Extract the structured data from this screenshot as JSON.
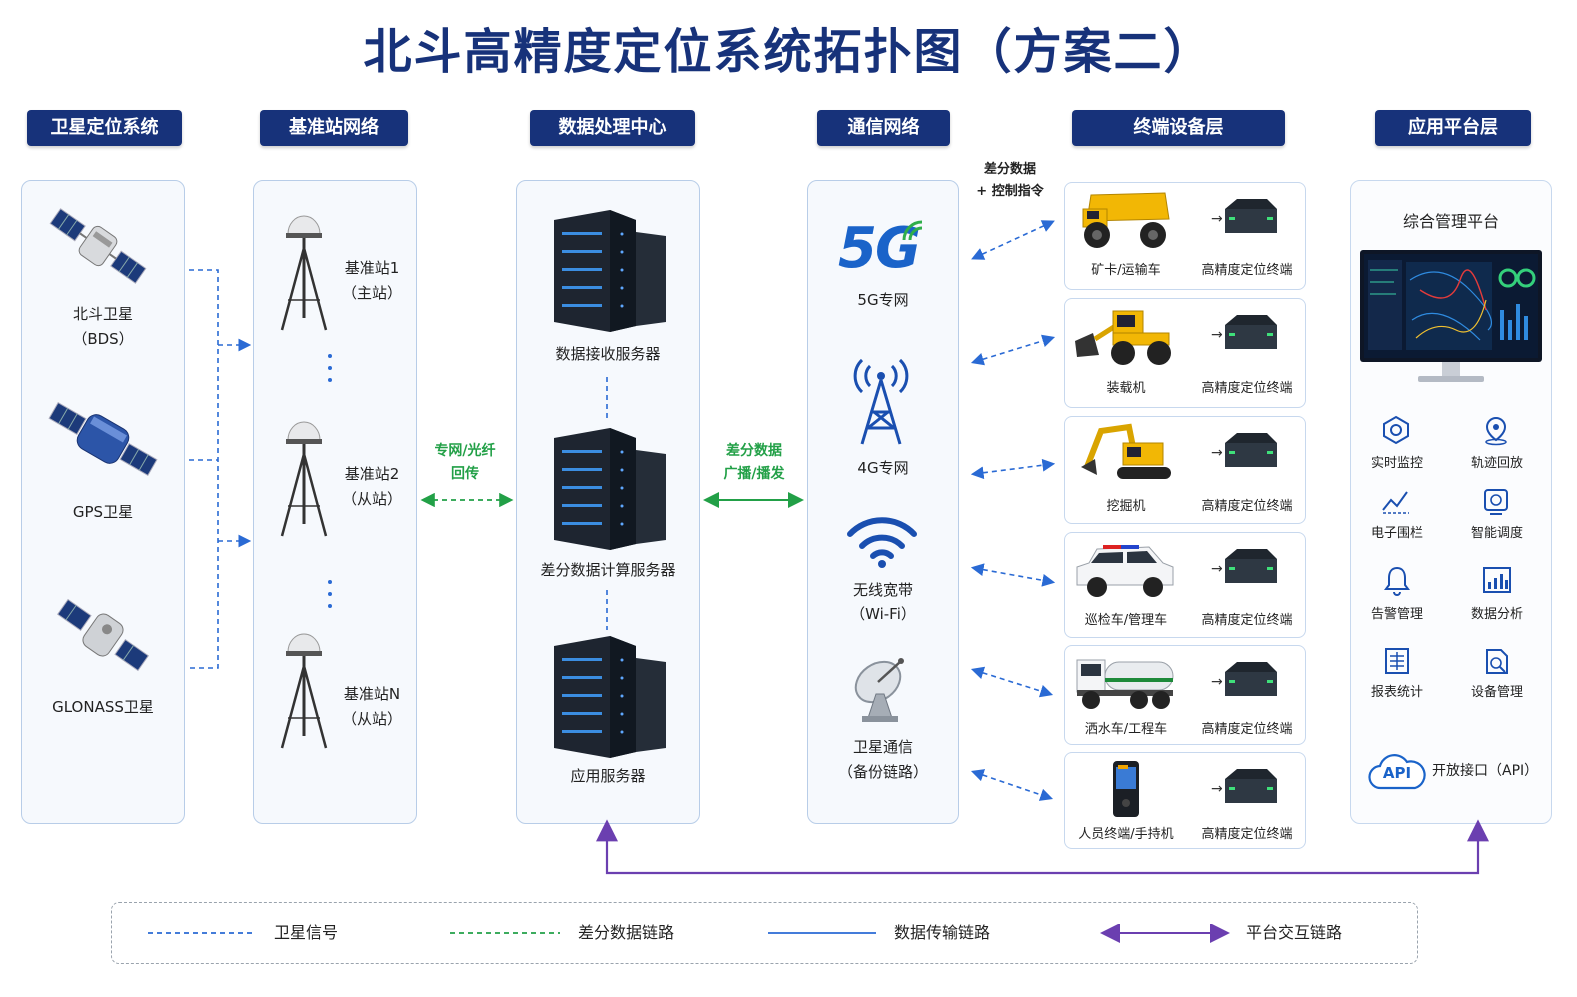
{
  "title": "北斗高精度定位系统拓扑图（方案二）",
  "headers": [
    "卫星定位系统",
    "基准站网络",
    "数据处理中心",
    "通信网络",
    "终端设备层",
    "应用平台层"
  ],
  "satellites": [
    {
      "name": "北斗卫星",
      "sub": "（BDS）"
    },
    {
      "name": "GPS卫星"
    },
    {
      "name": "GLONASS卫星"
    }
  ],
  "stations": [
    {
      "name": "基准站1",
      "sub": "（主站）"
    },
    {
      "name": "基准站2",
      "sub": "（从站）"
    },
    {
      "name": "基准站N",
      "sub": "（从站）"
    }
  ],
  "link_fiber": [
    "专网/光纤",
    "回传"
  ],
  "servers": [
    "数据接收服务器",
    "差分数据计算服务器",
    "应用服务器"
  ],
  "link_broadcast": [
    "差分数据",
    "广播/播发"
  ],
  "network": [
    {
      "name": "5G专网",
      "logo": "5G"
    },
    {
      "name": "4G专网"
    },
    {
      "name": "无线宽带",
      "sub": "（Wi-Fi）"
    },
    {
      "name": "卫星通信",
      "sub": "（备份链路）"
    }
  ],
  "diff_cmd": [
    "差分数据",
    "+ 控制指令"
  ],
  "terminals": [
    {
      "vehicle": "矿卡/运输车",
      "device": "高精度定位终端"
    },
    {
      "vehicle": "装载机",
      "device": "高精度定位终端"
    },
    {
      "vehicle": "挖掘机",
      "device": "高精度定位终端"
    },
    {
      "vehicle": "巡检车/管理车",
      "device": "高精度定位终端"
    },
    {
      "vehicle": "洒水车/工程车",
      "device": "高精度定位终端"
    },
    {
      "vehicle": "人员终端/手持机",
      "device": "高精度定位终端"
    }
  ],
  "platform": {
    "title": "综合管理平台",
    "features": [
      "实时监控",
      "轨迹回放",
      "电子围栏",
      "智能调度",
      "告警管理",
      "数据分析",
      "报表统计",
      "设备管理"
    ],
    "api_badge": "API",
    "api_label": "开放接口（API）"
  },
  "legend": [
    "卫星信号",
    "差分数据链路",
    "数据传输链路",
    "平台交互链路"
  ],
  "colors": {
    "navy": "#17327a",
    "satellite_signal": "#2a6ad4",
    "diff_link": "#22a047",
    "data_link": "#2a6ad4",
    "platform_link": "#6b3fb0"
  }
}
